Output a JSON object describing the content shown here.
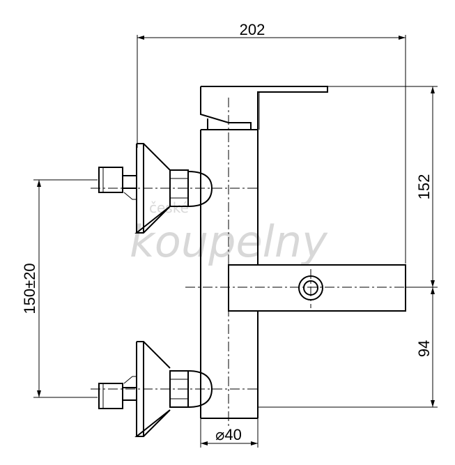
{
  "dimensions": {
    "width_total": "202",
    "height_upper": "152",
    "height_lower": "94",
    "inlet_spacing": "150±20",
    "body_diameter": "⌀40"
  },
  "watermark": {
    "line1": "české",
    "line2": "koupelny"
  }
}
